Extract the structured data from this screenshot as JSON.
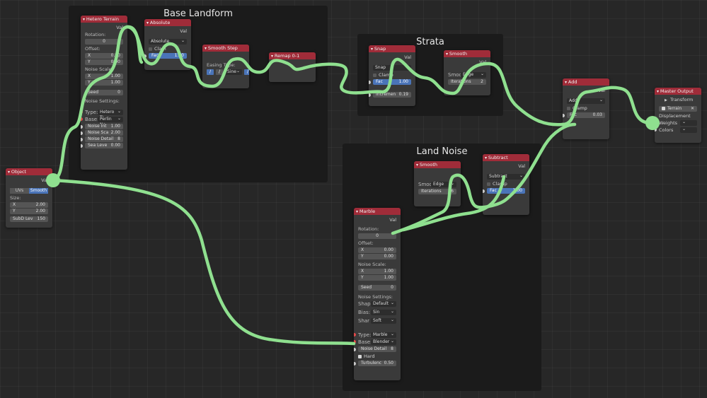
{
  "frames": {
    "base_landform": "Base Landform",
    "strata": "Strata",
    "land_noise": "Land Noise"
  },
  "nodes": {
    "hetero": {
      "title": "Hetero Terrain",
      "value_label": "Val",
      "rotation_label": "Rotation:",
      "rotation_value": "0",
      "offset_label": "Offset:",
      "offset_x_label": "X",
      "offset_x": "0.00",
      "offset_y_label": "Y",
      "offset_y": "0.00",
      "scale_label": "Noise Scale:",
      "scale_x_label": "X",
      "scale_x": "1.00",
      "scale_y_label": "Y",
      "scale_y": "1.00",
      "seed_label": "Seed",
      "seed": "0",
      "settings_label": "Noise Settings:",
      "type_label": "Type:",
      "type_value": "Hetero Te...",
      "base_label": "Base:",
      "base_value": "Perlin Ne",
      "intensity_label": "Noise Int",
      "intensity": "1.00",
      "nscale_label": "Noise Sca",
      "nscale": "2.00",
      "detail_label": "Noise Detail",
      "detail": "8",
      "sea_label": "Sea Leve",
      "sea": "0.00"
    },
    "absolute": {
      "title": "Absolute",
      "value_label": "Val",
      "op_value": "Absolute",
      "clamp_label": "Clam",
      "fac_label": "Fac",
      "fac_value": "1.00"
    },
    "smoothstep": {
      "title": "Smooth Step",
      "easing_label": "Easing Type:",
      "sine_label": "Sine"
    },
    "remap": {
      "title": "Remap 0-1"
    },
    "snap": {
      "title": "Snap",
      "value_label": "Val",
      "op_value": "Snap",
      "clamp_label": "Clamp",
      "fac_label": "Fac",
      "fac_value": "1.00",
      "incr_label": "Incremen",
      "incr_value": "0.19"
    },
    "smooth1": {
      "title": "Smooth",
      "value_label": "Val",
      "smooth_label": "Smoo",
      "smooth_value": "Edge",
      "iter_label": "Iterations",
      "iter_value": "2"
    },
    "add": {
      "title": "Add",
      "value_label": "Val",
      "op_value": "Add",
      "clamp_label": "Clamp",
      "fac_label": "Fac",
      "fac_value": "0.03"
    },
    "master": {
      "title": "Master Output",
      "transform_label": "Transform",
      "terrain_value": "Terrain",
      "displacement_label": "Displacement",
      "weights_label": "Weights",
      "colors_label": "Colors"
    },
    "object": {
      "title": "Object",
      "value_label": "Val",
      "uvs_label": "UVs",
      "smooth_label": "Smooth",
      "size_label": "Size:",
      "x_label": "X",
      "x_value": "2.00",
      "y_label": "Y",
      "y_value": "2.00",
      "subd_label": "SubD Lev",
      "subd_value": "150"
    },
    "smooth2": {
      "title": "Smooth",
      "smooth_label": "Smoo",
      "smooth_value": "Edge",
      "iter_label": "Iterations",
      "iter_value": "6"
    },
    "subtract": {
      "title": "Subtract",
      "value_label": "Val",
      "op_value": "Subtract",
      "clamp_label": "Clamp",
      "fac_label": "Fac",
      "fac_value": "1.00"
    },
    "marble": {
      "title": "Marble",
      "value_label": "Val",
      "rotation_label": "Rotation:",
      "rotation_value": "0",
      "offset_label": "Offset:",
      "offset_x_label": "X",
      "offset_x": "0.00",
      "offset_y_label": "Y",
      "offset_y": "0.00",
      "scale_label": "Noise Scale:",
      "scale_x_label": "X",
      "scale_x": "1.00",
      "scale_y_label": "Y",
      "scale_y": "1.00",
      "seed_label": "Seed",
      "seed": "0",
      "settings_label": "Noise Settings:",
      "shape_label": "Shap",
      "shape_value": "Default",
      "bias_label": "Bias:",
      "bias_value": "Sin",
      "sharp_label": "Shar",
      "sharp_value": "Soft",
      "type_label": "Type:",
      "type_value": "Marble",
      "base_label": "Base:",
      "base_value": "Blender",
      "detail_label": "Noise Detail",
      "detail": "8",
      "hard_label": "Hard",
      "turb_label": "Turbulenc",
      "turb": "0.50"
    }
  },
  "colors": {
    "wire": "#8fe08f",
    "header": "#a02c39",
    "accent": "#4a74b8"
  }
}
